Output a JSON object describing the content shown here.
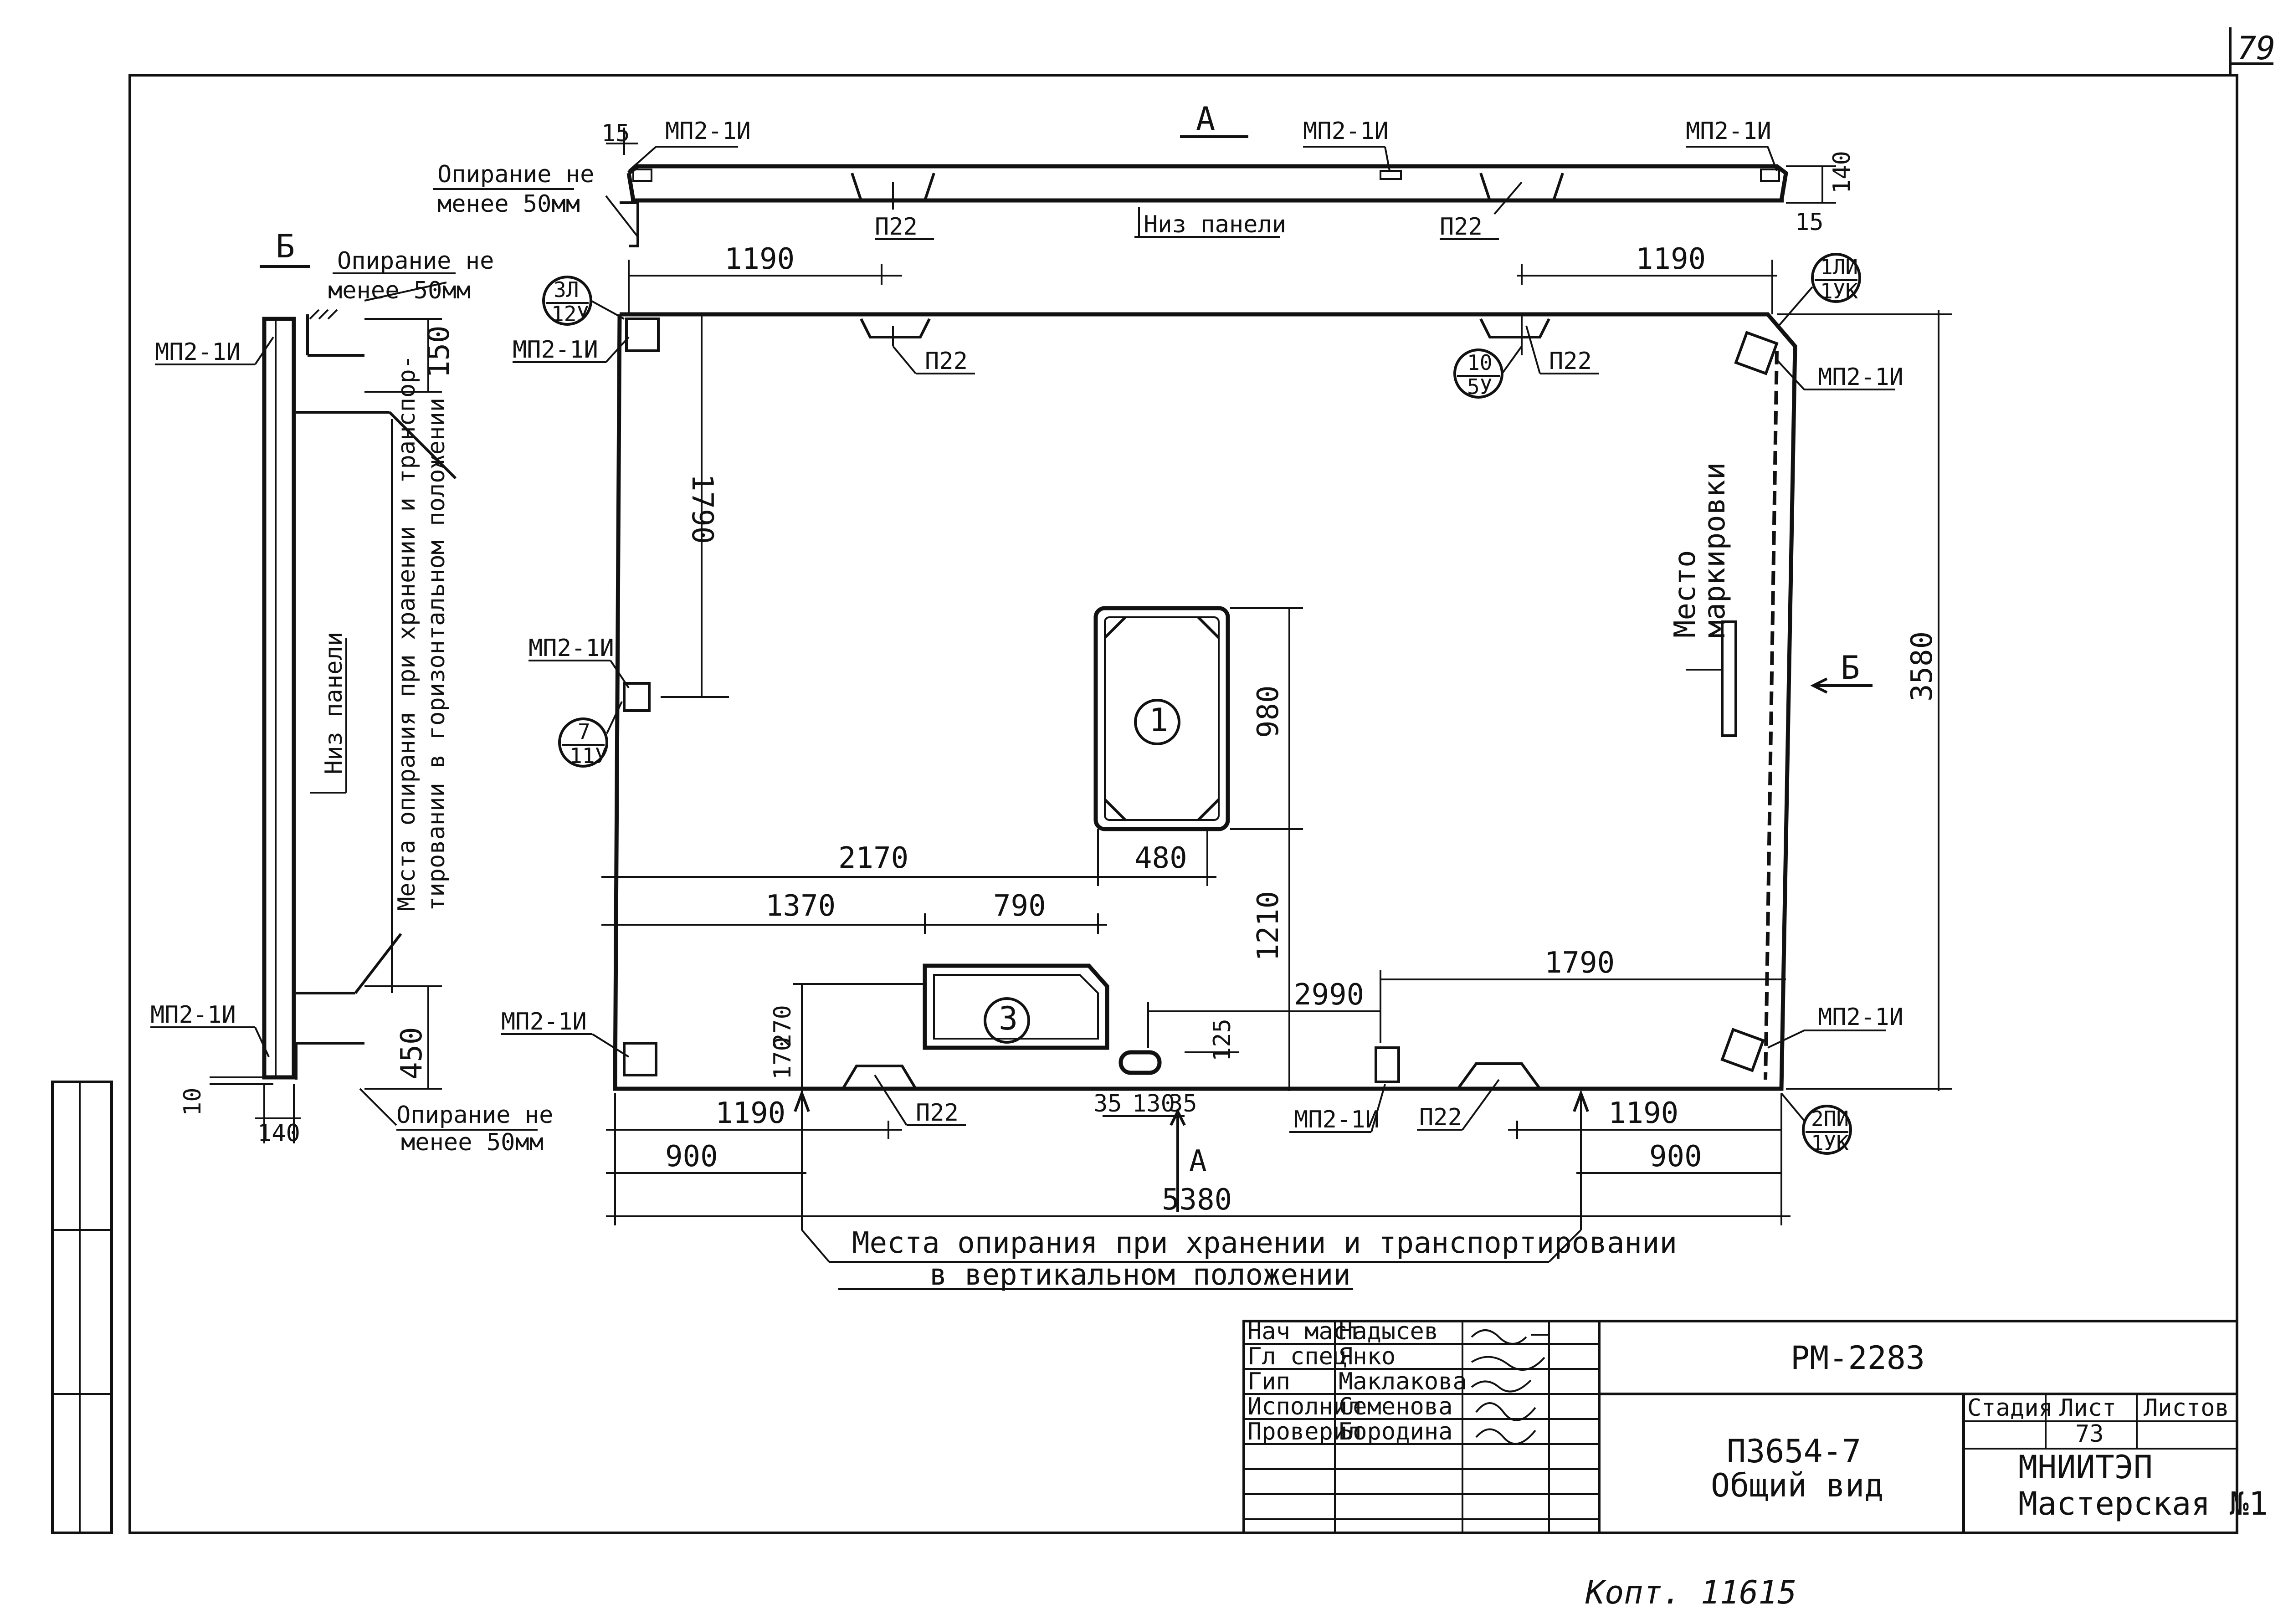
{
  "sheet": {
    "page_number": "79",
    "section_a_label": "А",
    "section_b_label": "Б",
    "section_a_arrow": "А",
    "section_b_arrow": "Б"
  },
  "top_view": {
    "dim_15_top": "15",
    "dim_15_right": "15",
    "dim_140": "140",
    "mp_left": "МП2-1И",
    "mp_mid": "МП2-1И",
    "mp_right": "МП2-1И",
    "p22_left": "П22",
    "p22_right": "П22",
    "bottom_label": "Низ панели",
    "support_note_line1": "Опирание не",
    "support_note_line2": "менее 50мм"
  },
  "side_view": {
    "support_top_line1": "Опирание не",
    "support_top_line2": "менее 50мм",
    "support_bottom_line1": "Опирание не",
    "support_bottom_line2": "менее 50мм",
    "mp_top": "МП2-1И",
    "mp_bottom": "МП2-1И",
    "dim_150": "150",
    "dim_450": "450",
    "dim_10": "10",
    "dim_140": "140",
    "bottom_label": "Низ панели",
    "horiz_note_line1": "Места опирания при хранении и транспор-",
    "horiz_note_line2": "тировании в горизонтальном положении"
  },
  "plan": {
    "dim_1190_top_left": "1190",
    "dim_1190_top_right": "1190",
    "dim_1790_left": "1790",
    "dim_3580": "3580",
    "dim_980": "980",
    "dim_1210": "1210",
    "dim_2170": "2170",
    "dim_480": "480",
    "dim_1370": "1370",
    "dim_790": "790",
    "dim_1790_right": "1790",
    "dim_2990": "2990",
    "dim_270": "270",
    "dim_170": "170",
    "dim_125": "125",
    "dim_35a": "35",
    "dim_130": "130",
    "dim_35b": "35",
    "dim_1190_bottom_left": "1190",
    "dim_1190_bottom_right": "1190",
    "dim_900_left": "900",
    "dim_900_right": "900",
    "dim_5380": "5380",
    "mp_top_left": "МП2-1И",
    "mp_top_right": "МП2-1И",
    "mp_mid_left": "МП2-1И",
    "mp_bottom_left": "МП2-1И",
    "mp_bottom_right": "МП2-1И",
    "mp_bottom_mid": "МП2-1И",
    "p22_top_left": "П22",
    "p22_top_right": "П22",
    "p22_bottom_left": "П22",
    "p22_bottom_right": "П22",
    "opening_1": "1",
    "opening_3": "3",
    "marking_line1": "Место",
    "marking_line2": "маркировки",
    "node_3l_top": "3Л",
    "node_3l_bottom": "12У",
    "node_10_top": "10",
    "node_10_bottom": "5У",
    "node_1li_top": "1ЛИ",
    "node_1li_bottom": "1УК",
    "node_7_top": "7",
    "node_7_bottom": "11У",
    "node_2pi_top": "2ПИ",
    "node_2pi_bottom": "1УК",
    "vertical_note_line1": "Места опирания при хранении и транспортировании",
    "vertical_note_line2": "в вертикальном положении"
  },
  "title_block": {
    "roles": [
      "Нач маст",
      "Гл спец",
      "Гип",
      "Исполнил",
      "Проверил"
    ],
    "names": [
      "Надысев",
      "Янко",
      "Маклакова",
      "Семенова",
      "Бородина"
    ],
    "code": "РМ-2283",
    "product_line1": "П3654-7",
    "product_line2": "Общий вид",
    "stage_header": "Стадия",
    "sheet_header": "Лист",
    "sheets_header": "Листов",
    "sheet_value": "73",
    "org_line1": "МНИИТЭП",
    "org_line2": "Мастерская №1"
  },
  "footer": {
    "handwritten": "Копт. 11615"
  }
}
